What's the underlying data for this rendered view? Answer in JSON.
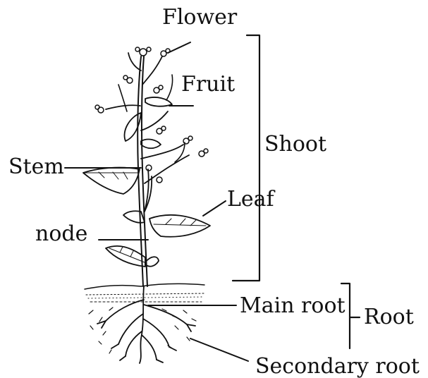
{
  "labels": {
    "flower": "Flower",
    "fruit": "Fruit",
    "shoot": "Shoot",
    "stem": "Stem",
    "leaf": "Leaf",
    "node": "node",
    "main_root": "Main root",
    "root": "Root",
    "secondary_root": "Secondary root"
  },
  "colors": {
    "ink": "#111111",
    "background": "#ffffff"
  }
}
